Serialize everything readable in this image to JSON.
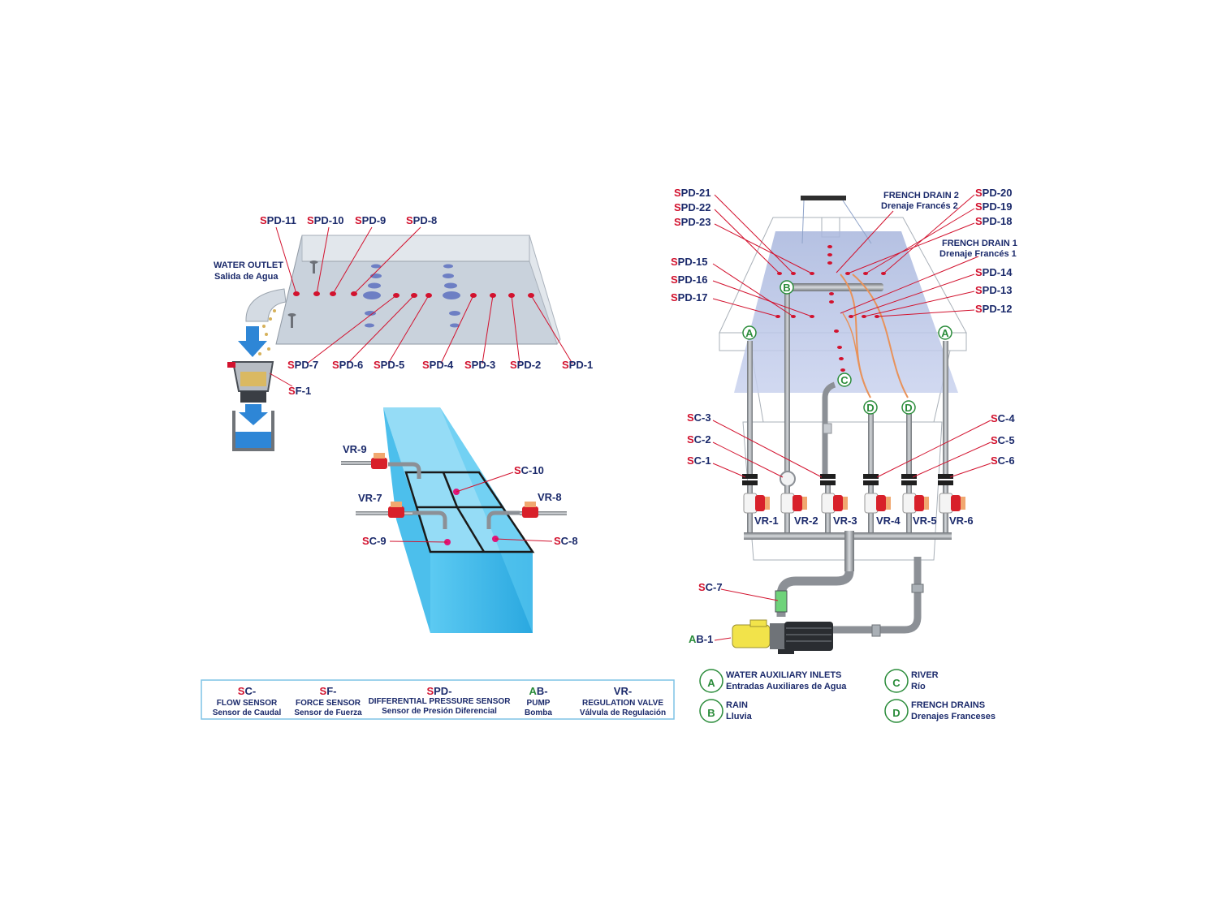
{
  "colors": {
    "prefix_red": "#d2122e",
    "label_navy": "#1b2a6b",
    "pump_green": "#2a8c3a",
    "tank_blue": "#38b6e8",
    "plate_gray": "#c9d2dc",
    "pipe_gray": "#8c9096",
    "valve_red": "#d8202a",
    "pump_yellow": "#f2e34a"
  },
  "left_top": {
    "water_outlet_en": "WATER OUTLET",
    "water_outlet_es": "Salida de Agua",
    "top_labels": [
      {
        "prefix": "S",
        "suffix": "PD-11"
      },
      {
        "prefix": "S",
        "suffix": "PD-10"
      },
      {
        "prefix": "S",
        "suffix": "PD-9"
      },
      {
        "prefix": "S",
        "suffix": "PD-8"
      }
    ],
    "bottom_labels": [
      {
        "prefix": "S",
        "suffix": "PD-7"
      },
      {
        "prefix": "S",
        "suffix": "PD-6"
      },
      {
        "prefix": "S",
        "suffix": "PD-5"
      },
      {
        "prefix": "S",
        "suffix": "PD-4"
      },
      {
        "prefix": "S",
        "suffix": "PD-3"
      },
      {
        "prefix": "S",
        "suffix": "PD-2"
      },
      {
        "prefix": "S",
        "suffix": "PD-1"
      }
    ],
    "force_sensor": {
      "prefix": "S",
      "suffix": "F-1"
    }
  },
  "left_tank": {
    "valves": [
      "VR-9",
      "VR-7",
      "VR-8"
    ],
    "sensors": [
      {
        "prefix": "S",
        "suffix": "C-10"
      },
      {
        "prefix": "S",
        "suffix": "C-9"
      },
      {
        "prefix": "S",
        "suffix": "C-8"
      }
    ]
  },
  "legend": [
    {
      "prefix_red": "S",
      "prefix_rest": "C-",
      "prefix_color": "red",
      "en": "FLOW SENSOR",
      "es": "Sensor de Caudal"
    },
    {
      "prefix_red": "S",
      "prefix_rest": "F-",
      "prefix_color": "red",
      "en": "FORCE SENSOR",
      "es": "Sensor de Fuerza"
    },
    {
      "prefix_red": "S",
      "prefix_rest": "PD-",
      "prefix_color": "red",
      "en": "DIFFERENTIAL PRESSURE SENSOR",
      "es": "Sensor de Presión Diferencial"
    },
    {
      "prefix_red": "A",
      "prefix_rest": "B-",
      "prefix_color": "green",
      "en": "PUMP",
      "es": "Bomba"
    },
    {
      "prefix_red": "",
      "prefix_rest": "VR-",
      "prefix_color": "navy",
      "en": "REGULATION VALVE",
      "es": "Válvula de Regulación"
    }
  ],
  "right": {
    "french_drain_2_en": "FRENCH DRAIN 2",
    "french_drain_2_es": "Drenaje Francés 2",
    "french_drain_1_en": "FRENCH DRAIN 1",
    "french_drain_1_es": "Drenaje Francés 1",
    "spd_left": [
      {
        "prefix": "S",
        "suffix": "PD-21"
      },
      {
        "prefix": "S",
        "suffix": "PD-22"
      },
      {
        "prefix": "S",
        "suffix": "PD-23"
      },
      {
        "prefix": "S",
        "suffix": "PD-15"
      },
      {
        "prefix": "S",
        "suffix": "PD-16"
      },
      {
        "prefix": "S",
        "suffix": "PD-17"
      }
    ],
    "spd_right": [
      {
        "prefix": "S",
        "suffix": "PD-20"
      },
      {
        "prefix": "S",
        "suffix": "PD-19"
      },
      {
        "prefix": "S",
        "suffix": "PD-18"
      },
      {
        "prefix": "S",
        "suffix": "PD-14"
      },
      {
        "prefix": "S",
        "suffix": "PD-13"
      },
      {
        "prefix": "S",
        "suffix": "PD-12"
      }
    ],
    "sc_left": [
      {
        "prefix": "S",
        "suffix": "C-3"
      },
      {
        "prefix": "S",
        "suffix": "C-2"
      },
      {
        "prefix": "S",
        "suffix": "C-1"
      }
    ],
    "sc_right": [
      {
        "prefix": "S",
        "suffix": "C-4"
      },
      {
        "prefix": "S",
        "suffix": "C-5"
      },
      {
        "prefix": "S",
        "suffix": "C-6"
      }
    ],
    "sc7": {
      "prefix": "S",
      "suffix": "C-7"
    },
    "pump": {
      "prefix": "A",
      "suffix": "B-1"
    },
    "valves": [
      "VR-1",
      "VR-2",
      "VR-3",
      "VR-4",
      "VR-5",
      "VR-6"
    ],
    "inlet_letters": {
      "a": "A",
      "b": "B",
      "c": "C",
      "d": "D"
    }
  },
  "right_legend": [
    {
      "letter": "A",
      "en": "WATER AUXILIARY INLETS",
      "es": "Entradas Auxiliares de Agua"
    },
    {
      "letter": "B",
      "en": "RAIN",
      "es": "Lluvia"
    },
    {
      "letter": "C",
      "en": "RIVER",
      "es": "Río"
    },
    {
      "letter": "D",
      "en": "FRENCH DRAINS",
      "es": "Drenajes Franceses"
    }
  ]
}
